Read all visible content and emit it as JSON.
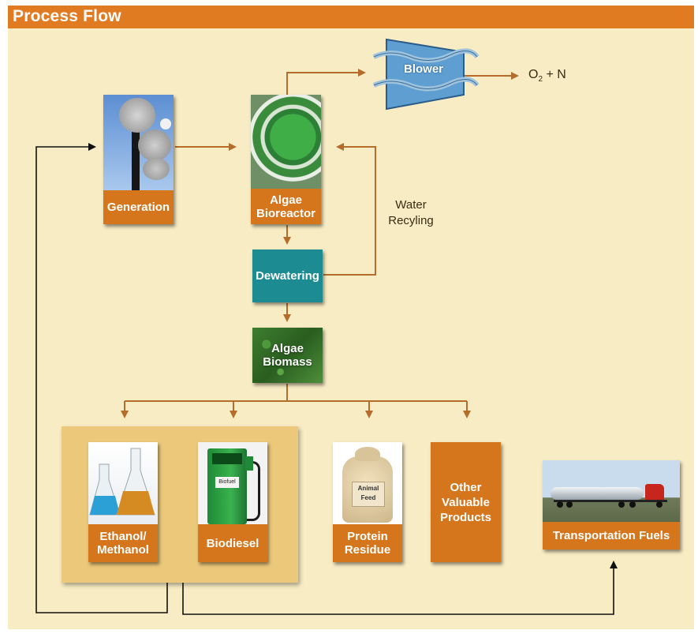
{
  "header": {
    "title": "Process Flow"
  },
  "nodes": {
    "generation": "Generation",
    "algae_bioreactor": "Algae\nBioreactor",
    "dewatering": "Dewatering",
    "algae_biomass": "Algae\nBiomass",
    "blower": "Blower",
    "ethanol": "Ethanol/\nMethanol",
    "biodiesel": "Biodiesel",
    "protein": "Protein\nResidue",
    "other": "Other\nValuable\nProducts",
    "transport": "Transportation Fuels"
  },
  "annotations": {
    "water_recycling": "Water\nRecyling",
    "output_o2": "O",
    "output_sub": "2",
    "output_rest": " + N",
    "animal_feed": "Animal\nFeed",
    "biofuel_sign": "Biofuel"
  },
  "colors": {
    "header": "#e07b22",
    "background": "#f8ecc4",
    "group_panel": "#ecc87a",
    "label_orange": "#d6761c",
    "teal": "#1d8b92",
    "arrow": "#b46d2a",
    "blower": "#5f9ed1"
  }
}
